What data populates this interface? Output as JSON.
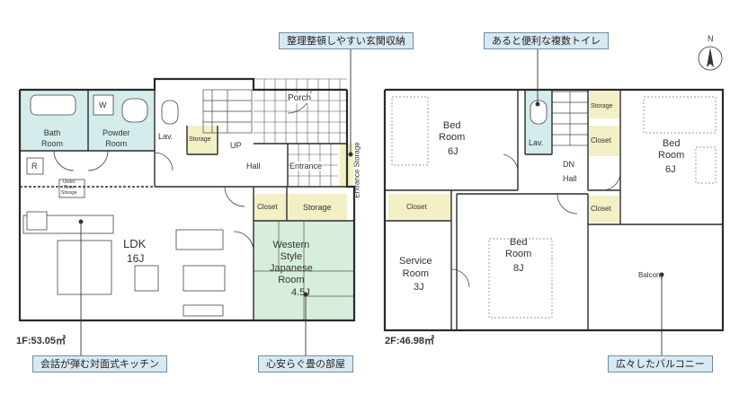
{
  "floor1": {
    "area_label": "1F:53.05㎡",
    "rooms": {
      "bath": "Bath\nRoom",
      "powder": "Powder\nRoom",
      "lav": "Lav.",
      "storage_small": "Storage",
      "porch": "Porch",
      "up": "UP",
      "hall": "Hall",
      "entrance": "Entrance",
      "entrance_storage": "Entrance Storage",
      "closet": "Closet",
      "storage": "Storage",
      "under_floor": "Under\nFloor\nStorage",
      "r_mark": "R",
      "w_mark": "W",
      "ldk": "LDK",
      "ldk_size": "16J",
      "western": "Western\nStyle\nJapanese\nRoom",
      "western_size": "4.5J"
    }
  },
  "floor2": {
    "area_label": "2F:46.98㎡",
    "rooms": {
      "bed1": "Bed\nRoom",
      "bed1_size": "6J",
      "lav": "Lav.",
      "storage": "Storage",
      "closet_top": "Closet",
      "dn": "DN",
      "hall": "Hall",
      "bed2": "Bed\nRoom",
      "bed2_size": "6J",
      "closet_left": "Closet",
      "closet_right": "Closet",
      "service": "Service\nRoom",
      "service_size": "3J",
      "bed3": "Bed\nRoom",
      "bed3_size": "8J",
      "balcony": "Balcony"
    }
  },
  "callouts": {
    "storage_entrance": "整理整頓しやすい玄関収納",
    "toilets": "あると便利な複数トイレ",
    "kitchen": "会話が弾む対面式キッチン",
    "tatami": "心安らぐ畳の部屋",
    "balcony": "広々したバルコニー"
  },
  "compass": {
    "label": "N"
  },
  "colors": {
    "callout_bg": "#d8e9f3",
    "wet_area": "#d4ecec",
    "tatami": "#d6eedb",
    "storage": "#f2f0c4",
    "wall": "#2a2a2a"
  }
}
